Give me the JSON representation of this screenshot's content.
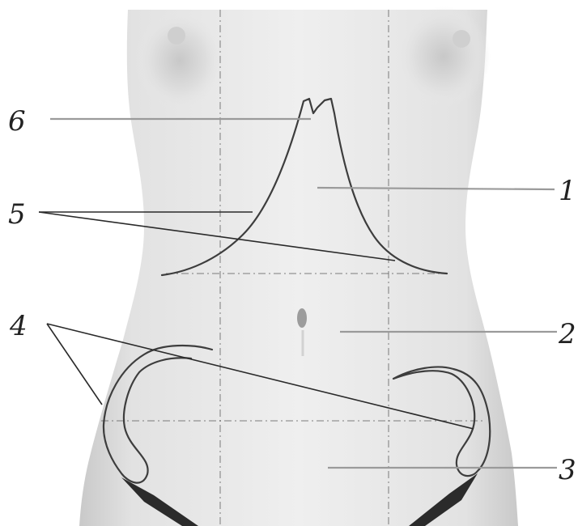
{
  "labels": {
    "l1": "1",
    "l2": "2",
    "l3": "3",
    "l4": "4",
    "l5": "5",
    "l6": "6"
  },
  "colors": {
    "skin_light": "#ececec",
    "skin_mid": "#dcdcdc",
    "skin_shadow": "#bdbdbd",
    "outline": "#3d3d3d",
    "leader_line": "#9a9a9a",
    "label_text": "#222222"
  }
}
